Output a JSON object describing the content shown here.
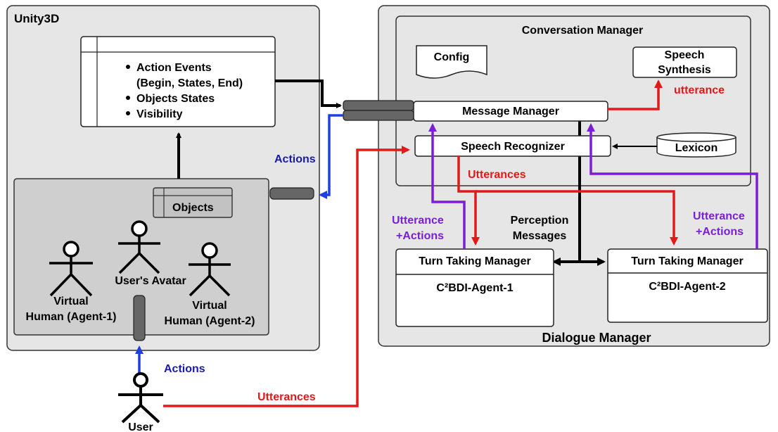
{
  "unity": {
    "title": "Unity3D",
    "events_list": [
      "Action Events",
      "(Begin, States, End)",
      "Objects States",
      "Visibility"
    ],
    "objects_label": "Objects",
    "avatar_label": "User's Avatar",
    "agent1_label": [
      "Virtual",
      "Human (Agent-1)"
    ],
    "agent2_label": [
      "Virtual",
      "Human (Agent-2)"
    ]
  },
  "dialogue": {
    "title": "Dialogue Manager",
    "conversation_title": "Conversation Manager",
    "config_label": "Config",
    "speech_synthesis_label": [
      "Speech",
      "Synthesis"
    ],
    "message_manager_label": "Message Manager",
    "speech_recognizer_label": "Speech Recognizer",
    "lexicon_label": "Lexicon",
    "turn_taking_1": "Turn Taking Manager",
    "agent1_name": "C²BDI-Agent-1",
    "turn_taking_2": "Turn Taking Manager",
    "agent2_name": "C²BDI-Agent-2"
  },
  "connectors": {
    "actions_top": "Actions",
    "actions_bottom": "Actions",
    "utterance_synth": "utterance",
    "utterances_recognizer": "Utterances",
    "utterances_user": "Utterances",
    "utterance_actions_left": [
      "Utterance",
      "+Actions"
    ],
    "utterance_actions_right": [
      "Utterance",
      "+Actions"
    ],
    "perception_messages": [
      "Perception",
      "Messages"
    ]
  },
  "user_label": "User",
  "colors": {
    "panel_bg": "#e6e6e6",
    "avatar_area_bg": "#cfcfcf",
    "actions_blue": "#1a1aa8",
    "utterance_red": "#e01919",
    "purple": "#7a1fd1",
    "connector_gray": "#555555"
  }
}
